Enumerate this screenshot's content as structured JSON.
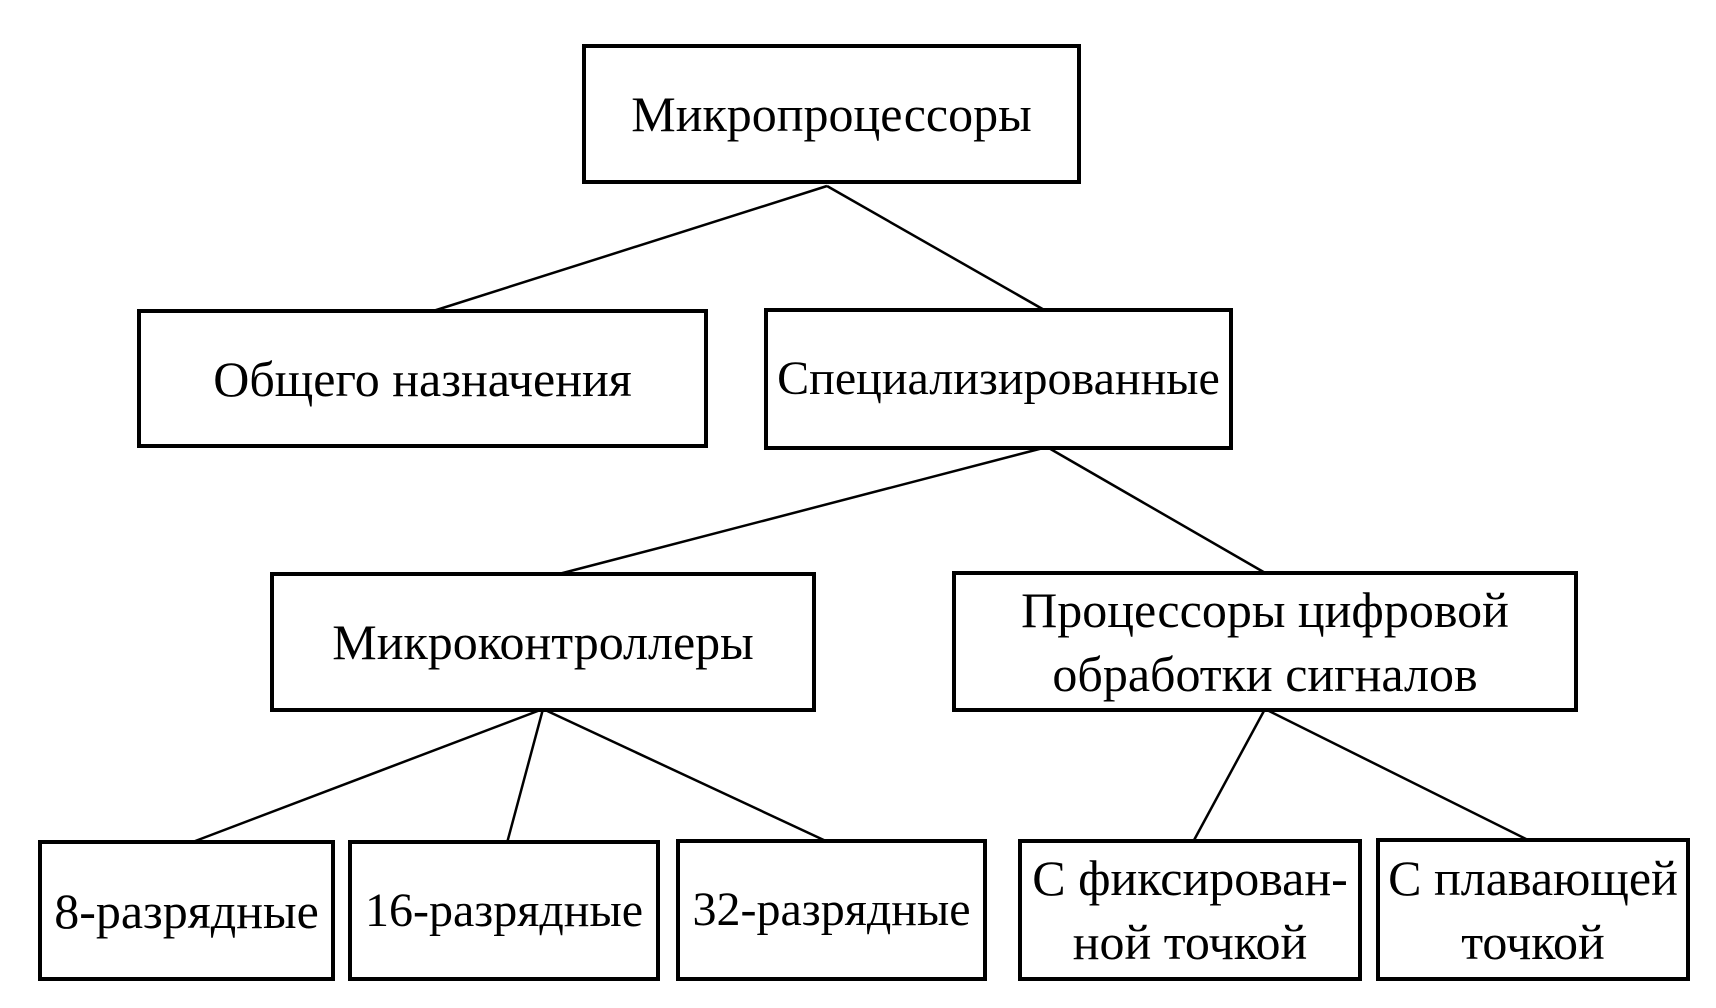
{
  "diagram": {
    "type": "tree",
    "language": "ru",
    "colors": {
      "background": "#ffffff",
      "box_fill": "#ffffff",
      "box_border": "#000000",
      "connector": "#000000",
      "text": "#000000"
    },
    "nodes": {
      "root": {
        "label": "Микропроцессоры"
      },
      "general": {
        "label": "Общего назначения"
      },
      "special": {
        "label": "Специализированные"
      },
      "mcu": {
        "label": "Микроконтроллеры"
      },
      "dsp": {
        "line1": "Процессоры цифровой",
        "line2": "обработки сигналов"
      },
      "bit8": {
        "label": "8-разрядные"
      },
      "bit16": {
        "label": "16-разрядные"
      },
      "bit32": {
        "label": "32-разрядные"
      },
      "fixed": {
        "line1": "С фиксирован-",
        "line2": "ной точкой"
      },
      "floating": {
        "line1": "С плавающей",
        "line2": "точкой"
      }
    },
    "edges": [
      {
        "from": "root",
        "to": "general"
      },
      {
        "from": "root",
        "to": "special"
      },
      {
        "from": "special",
        "to": "mcu"
      },
      {
        "from": "special",
        "to": "dsp"
      },
      {
        "from": "mcu",
        "to": "bit8"
      },
      {
        "from": "mcu",
        "to": "bit16"
      },
      {
        "from": "mcu",
        "to": "bit32"
      },
      {
        "from": "dsp",
        "to": "fixed"
      },
      {
        "from": "dsp",
        "to": "floating"
      }
    ]
  }
}
